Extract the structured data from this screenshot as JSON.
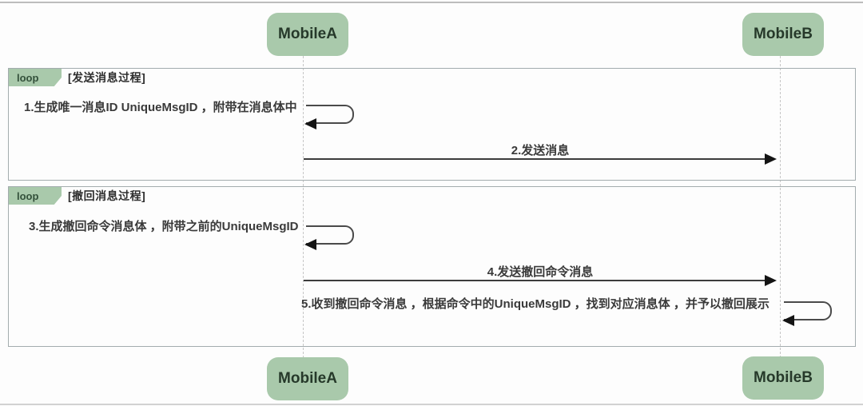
{
  "diagram": {
    "type": "uml-sequence",
    "participants": {
      "a": "MobileA",
      "b": "MobileB"
    },
    "frames": [
      {
        "operator": "loop",
        "guard": "[发送消息过程]",
        "messages": [
          {
            "text": "1.生成唯一消息ID UniqueMsgID ，附带在消息体中",
            "kind": "self",
            "on": "MobileA"
          },
          {
            "text": "2.发送消息",
            "kind": "arrow",
            "from": "MobileA",
            "to": "MobileB"
          }
        ]
      },
      {
        "operator": "loop",
        "guard": "[撤回消息过程]",
        "messages": [
          {
            "text": "3.生成撤回命令消息体 ，附带之前的UniqueMsgID",
            "kind": "self",
            "on": "MobileA"
          },
          {
            "text": "4.发送撤回命令消息",
            "kind": "arrow",
            "from": "MobileA",
            "to": "MobileB"
          },
          {
            "text": "5.收到撤回命令消息 ，根据命令中的UniqueMsgID ，找到对应消息体 ，并予以撤回展示",
            "kind": "self",
            "on": "MobileB"
          }
        ]
      }
    ],
    "colors": {
      "participant_fill": "#a9c9ab",
      "participant_text": "#26392a",
      "frame_border": "#a3acae",
      "arrow": "#3c3c3c",
      "text": "#3a3a3a"
    }
  }
}
